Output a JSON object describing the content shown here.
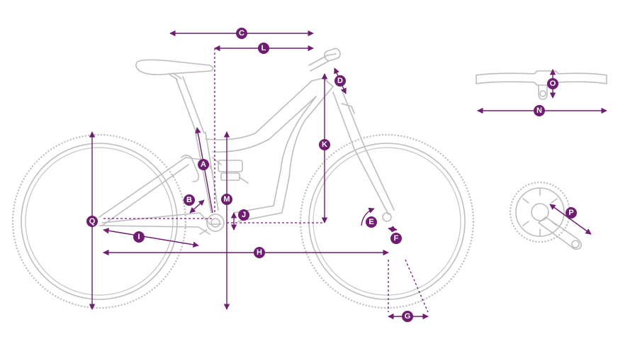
{
  "colors": {
    "accent": "#6e1d70",
    "frame_line": "#bdbdbd"
  },
  "badges": {
    "A": "A",
    "B": "B",
    "C": "C",
    "D": "D",
    "E": "E",
    "F": "F",
    "G": "G",
    "H": "H",
    "I": "I",
    "J": "J",
    "K": "K",
    "L": "L",
    "M": "M",
    "N": "N",
    "O": "O",
    "P": "P",
    "Q": "Q"
  },
  "icons": {
    "bike": "bicycle-outline-icon",
    "handlebar": "handlebar-outline-icon",
    "crankset": "crankset-outline-icon"
  }
}
